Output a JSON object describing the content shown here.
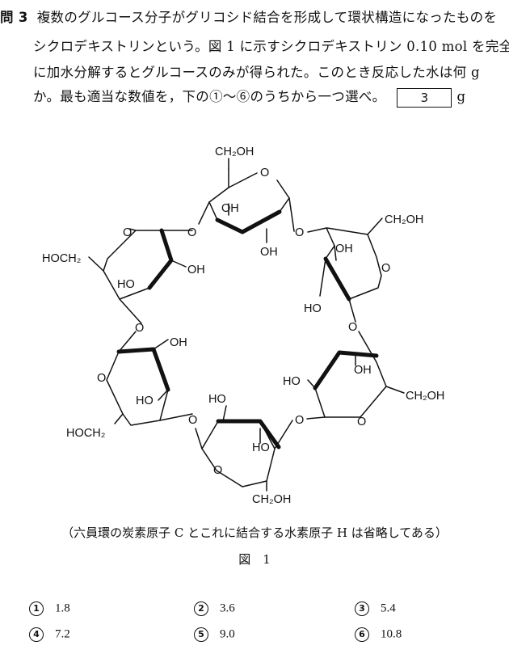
{
  "question": {
    "number": "問 3",
    "line1": "複数のグルコース分子がグリコシド結合を形成して環状構造になったものを",
    "line2": "シクロデキストリンという。図 1 に示すシクロデキストリン 0.10 mol を完全",
    "line3": "に加水分解するとグルコースのみが得られた。このとき反応した水は何 g",
    "line4": "か。最も適当な数値を，下の①～⑥のうちから一つ選べ。",
    "answer_box": "3",
    "unit": "g"
  },
  "figure": {
    "labels": {
      "ch2oh_top": "CH₂OH",
      "ch2oh_right_upper": "CH₂OH",
      "ch2oh_right_lower": "CH₂OH",
      "ch2oh_bottom": "CH₂OH",
      "hoch2_left_upper": "HOCH₂",
      "hoch2_left_lower": "HOCH₂",
      "o": "O",
      "oh": "OH",
      "ho": "HO"
    },
    "note": "（六員環の炭素原子 C とこれに結合する水素原子 H は省略してある）",
    "caption": "図　1"
  },
  "choices": [
    {
      "num": "1",
      "value": "1.8"
    },
    {
      "num": "2",
      "value": "3.6"
    },
    {
      "num": "3",
      "value": "5.4"
    },
    {
      "num": "4",
      "value": "7.2"
    },
    {
      "num": "5",
      "value": "9.0"
    },
    {
      "num": "6",
      "value": "10.8"
    }
  ]
}
